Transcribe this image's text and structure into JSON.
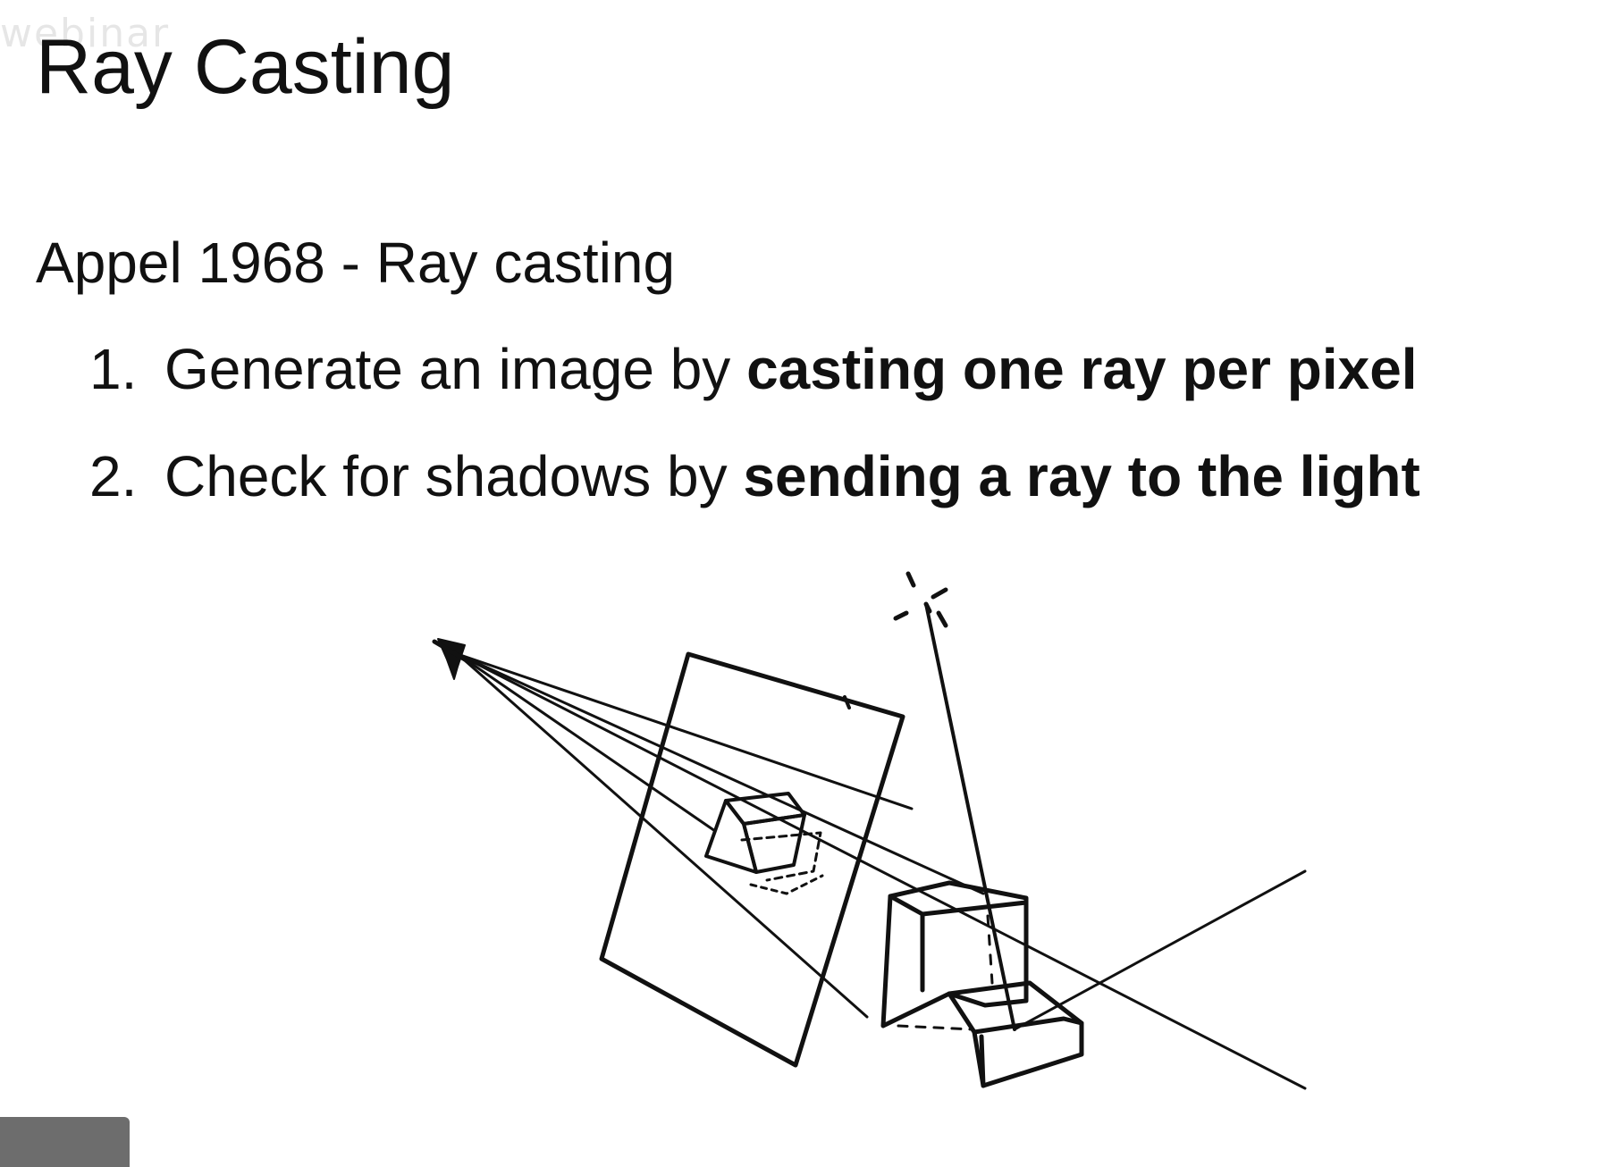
{
  "watermark": "webinar",
  "slide": {
    "title": "Ray Casting",
    "subtitle": "Appel 1968 - Ray casting",
    "steps": [
      {
        "number": "1.",
        "text": "Generate an image by ",
        "emphasis": "casting one ray per pixel"
      },
      {
        "number": "2.",
        "text": "Check for shadows by ",
        "emphasis": "sending a ray to the light"
      }
    ]
  },
  "figure": {
    "elements": [
      "eye",
      "light-source",
      "image-plane",
      "projected-object",
      "block-object",
      "view-rays",
      "shadow-ray"
    ]
  }
}
